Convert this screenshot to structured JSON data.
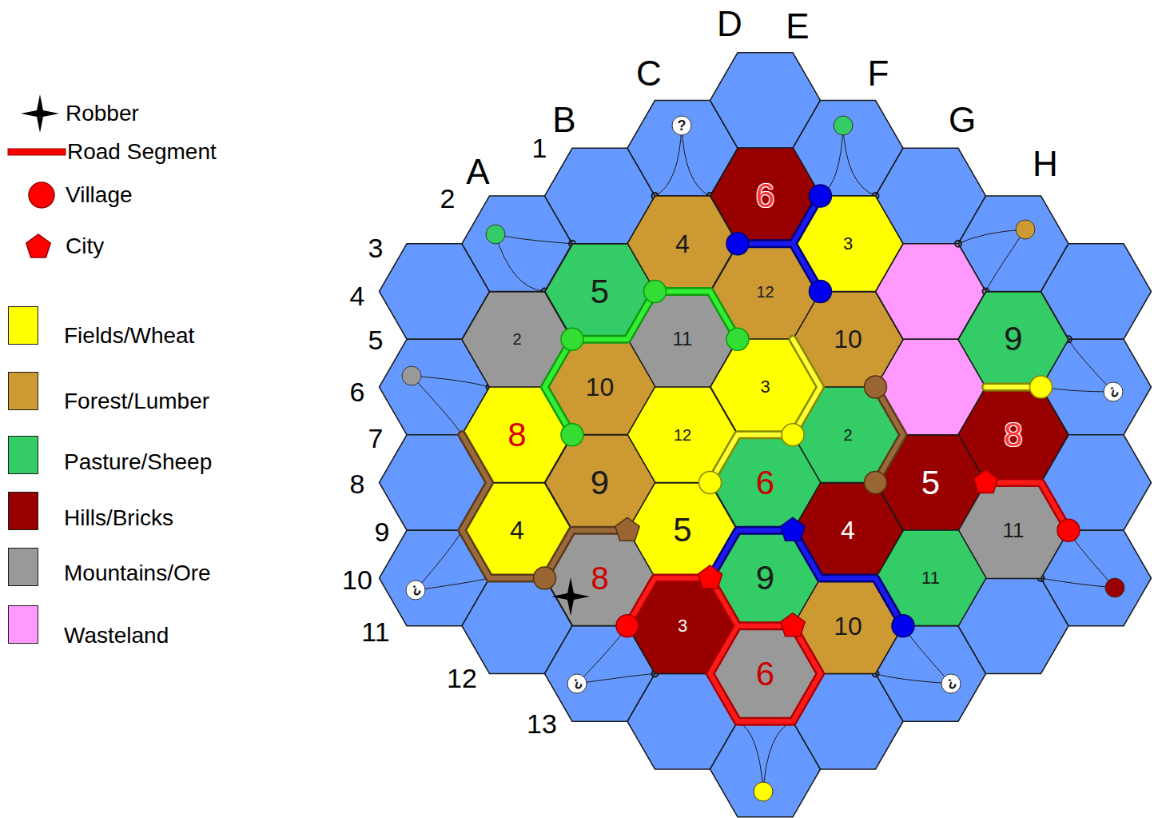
{
  "diagram": {
    "nodes": [
      {
        "text": [
          "6"
        ]
      },
      {
        "text": [
          "4"
        ]
      },
      {
        "text": [
          "3"
        ]
      },
      {
        "text": [
          "5"
        ]
      },
      {
        "text": [
          "12"
        ]
      },
      {
        "text": [
          "2"
        ]
      },
      {
        "text": [
          "11"
        ]
      },
      {
        "text": [
          "10"
        ]
      },
      {
        "text": [
          "9"
        ]
      },
      {
        "text": [
          "10"
        ]
      },
      {
        "text": [
          "3"
        ]
      },
      {
        "text": [
          "8"
        ]
      },
      {
        "text": [
          "12"
        ]
      },
      {
        "text": [
          "2"
        ]
      },
      {
        "text": [
          "8"
        ]
      },
      {
        "text": [
          "9"
        ]
      },
      {
        "text": [
          "6"
        ]
      },
      {
        "text": [
          "5"
        ]
      },
      {
        "text": [
          "4"
        ]
      },
      {
        "text": [
          "5"
        ]
      },
      {
        "text": [
          "4"
        ]
      },
      {
        "text": [
          "11"
        ]
      },
      {
        "text": [
          "8"
        ]
      },
      {
        "text": [
          "9"
        ]
      },
      {
        "text": [
          "11"
        ]
      },
      {
        "text": [
          "3"
        ]
      },
      {
        "text": [
          "10"
        ]
      },
      {
        "text": [
          "6"
        ]
      },
      {
        "text": [
          "?"
        ]
      },
      {
        "text": [
          "?"
        ]
      },
      {
        "text": [
          "?"
        ]
      },
      {
        "text": [
          "?"
        ]
      },
      {
        "text": [
          "?"
        ]
      }
    ],
    "labels": [
      "A",
      "B",
      "C",
      "D",
      "E",
      "F",
      "G",
      "H",
      "1",
      "2",
      "3",
      "4",
      "5",
      "6",
      "7",
      "8",
      "9",
      "10",
      "11",
      "12",
      "13"
    ],
    "legend": [
      {
        "text": "Robber"
      },
      {
        "text": "Road Segment"
      },
      {
        "text": "Village"
      },
      {
        "text": "City"
      },
      {
        "text": "Fields/Wheat",
        "color": "#ffff00"
      },
      {
        "text": "Forest/Lumber",
        "color": "#cc9933"
      },
      {
        "text": "Pasture/Sheep",
        "color": "#33cc66"
      },
      {
        "text": "Hills/Bricks",
        "color": "#990000"
      },
      {
        "text": "Mountains/Ore",
        "color": "#999999"
      },
      {
        "text": "Wasteland",
        "color": "#ff99ff"
      }
    ]
  }
}
